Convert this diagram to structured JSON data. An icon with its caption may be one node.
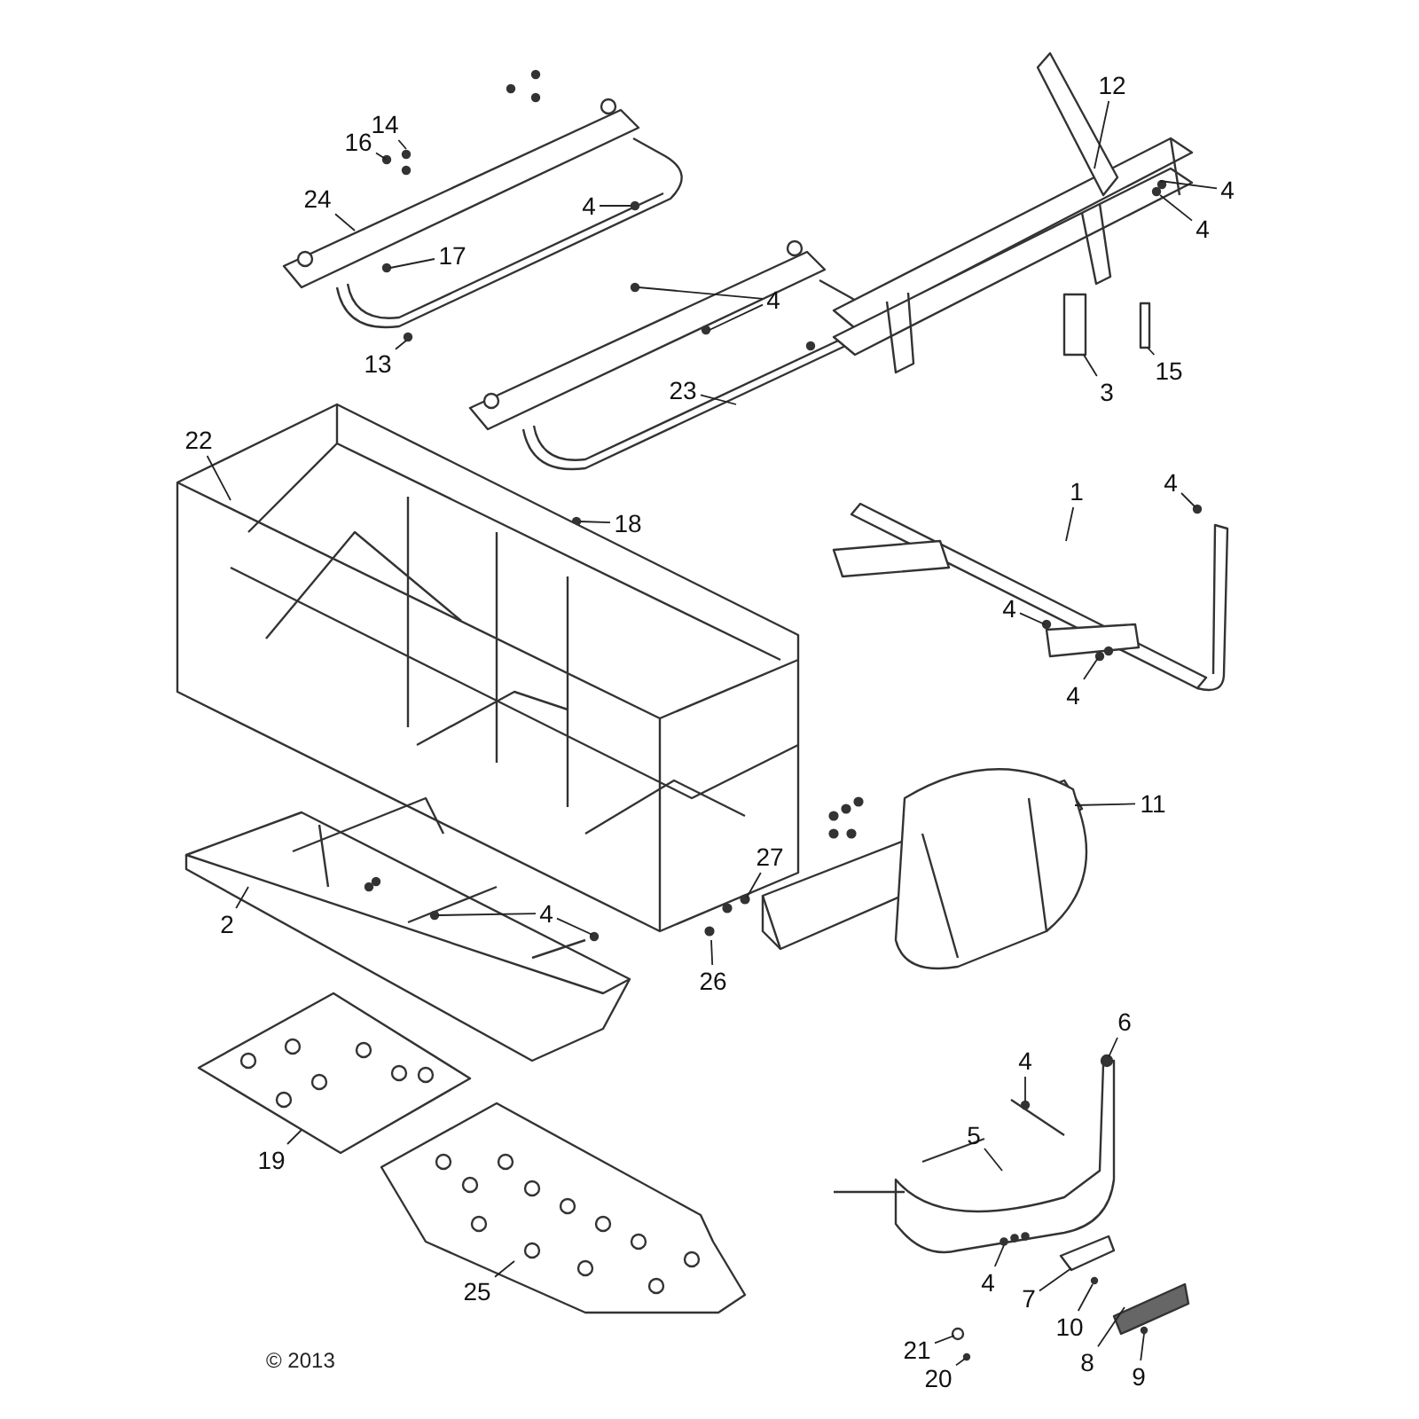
{
  "diagram": {
    "nodes": [
      {
        "text": [
          "12"
        ]
      },
      {
        "text": [
          "16"
        ]
      },
      {
        "text": [
          "14"
        ]
      },
      {
        "text": [
          "4"
        ]
      },
      {
        "text": [
          "4"
        ]
      },
      {
        "text": [
          "24"
        ]
      },
      {
        "text": [
          "4"
        ]
      },
      {
        "text": [
          "17"
        ]
      },
      {
        "text": [
          "4"
        ]
      },
      {
        "text": [
          "13"
        ]
      },
      {
        "text": [
          "3"
        ]
      },
      {
        "text": [
          "15"
        ]
      },
      {
        "text": [
          "23"
        ]
      },
      {
        "text": [
          "22"
        ]
      },
      {
        "text": [
          "1"
        ]
      },
      {
        "text": [
          "4"
        ]
      },
      {
        "text": [
          "18"
        ]
      },
      {
        "text": [
          "4"
        ]
      },
      {
        "text": [
          "4"
        ]
      },
      {
        "text": [
          "11"
        ]
      },
      {
        "text": [
          "27"
        ]
      },
      {
        "text": [
          "2"
        ]
      },
      {
        "text": [
          "4"
        ]
      },
      {
        "text": [
          "26"
        ]
      },
      {
        "text": [
          "6"
        ]
      },
      {
        "text": [
          "4"
        ]
      },
      {
        "text": [
          "5"
        ]
      },
      {
        "text": [
          "19"
        ]
      },
      {
        "text": [
          "4"
        ]
      },
      {
        "text": [
          "7"
        ]
      },
      {
        "text": [
          "10"
        ]
      },
      {
        "text": [
          "25"
        ]
      },
      {
        "text": [
          "8"
        ]
      },
      {
        "text": [
          "9"
        ]
      },
      {
        "text": [
          "21"
        ]
      },
      {
        "text": [
          "20"
        ]
      }
    ],
    "edges": [
      {
        "from": 0,
        "to": null,
        "arrow": "none"
      },
      {
        "from": 1,
        "to": null,
        "arrow": "none"
      },
      {
        "from": 2,
        "to": null,
        "arrow": "none"
      },
      {
        "from": 3,
        "to": null,
        "arrow": "none"
      },
      {
        "from": 4,
        "to": null,
        "arrow": "none"
      },
      {
        "from": 5,
        "to": null,
        "arrow": "none"
      },
      {
        "from": 6,
        "to": null,
        "arrow": "none"
      },
      {
        "from": 7,
        "to": null,
        "arrow": "none"
      },
      {
        "from": 8,
        "to": null,
        "arrow": "none"
      },
      {
        "from": 8,
        "to": null,
        "arrow": "none"
      },
      {
        "from": 9,
        "to": null,
        "arrow": "none"
      },
      {
        "from": 10,
        "to": null,
        "arrow": "none"
      },
      {
        "from": 11,
        "to": null,
        "arrow": "none"
      },
      {
        "from": 12,
        "to": null,
        "arrow": "none"
      },
      {
        "from": 13,
        "to": null,
        "arrow": "none"
      },
      {
        "from": 14,
        "to": null,
        "arrow": "none"
      },
      {
        "from": 15,
        "to": null,
        "arrow": "none"
      },
      {
        "from": 16,
        "to": null,
        "arrow": "none"
      },
      {
        "from": 17,
        "to": null,
        "arrow": "none"
      },
      {
        "from": 18,
        "to": null,
        "arrow": "none"
      },
      {
        "from": 19,
        "to": null,
        "arrow": "none"
      },
      {
        "from": 20,
        "to": null,
        "arrow": "none"
      },
      {
        "from": 21,
        "to": null,
        "arrow": "none"
      },
      {
        "from": 22,
        "to": null,
        "arrow": "none"
      },
      {
        "from": 22,
        "to": null,
        "arrow": "none"
      },
      {
        "from": 23,
        "to": null,
        "arrow": "none"
      },
      {
        "from": 24,
        "to": null,
        "arrow": "none"
      },
      {
        "from": 25,
        "to": null,
        "arrow": "none"
      },
      {
        "from": 26,
        "to": null,
        "arrow": "none"
      },
      {
        "from": 27,
        "to": null,
        "arrow": "none"
      },
      {
        "from": 28,
        "to": null,
        "arrow": "none"
      },
      {
        "from": 29,
        "to": null,
        "arrow": "none"
      },
      {
        "from": 30,
        "to": null,
        "arrow": "none"
      },
      {
        "from": 31,
        "to": null,
        "arrow": "none"
      },
      {
        "from": 32,
        "to": null,
        "arrow": "none"
      },
      {
        "from": 33,
        "to": null,
        "arrow": "none"
      },
      {
        "from": 34,
        "to": null,
        "arrow": "none"
      },
      {
        "from": 35,
        "to": null,
        "arrow": "none"
      }
    ],
    "labels": [
      "© 2013"
    ]
  }
}
